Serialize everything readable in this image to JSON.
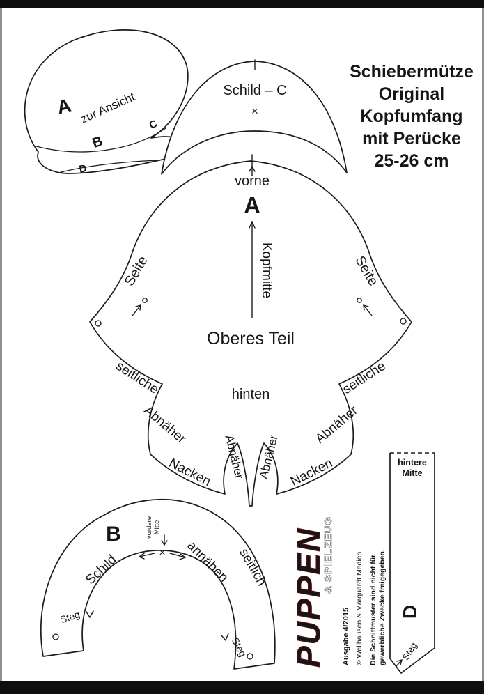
{
  "frame": {
    "bar_color": "#0f0f0f"
  },
  "info": {
    "lines": [
      "Schiebermütze",
      "Original",
      "Kopfumfang",
      "mit Perücke",
      "25-26 cm"
    ]
  },
  "preview": {
    "a": "A",
    "caption": "zur Ansicht",
    "b": "B",
    "c": "C",
    "d": "D"
  },
  "visor": {
    "title": "Schild – C",
    "mark": "×"
  },
  "top_piece": {
    "front": "vorne",
    "letter": "A",
    "center_line": "Kopfmitte",
    "name": "Oberes Teil",
    "side": "Seite",
    "side_dart_word1": "seitliche",
    "side_dart_word2": "Abnäher",
    "neck": "Nacken",
    "back": "hinten",
    "dart": "Abnäher"
  },
  "band": {
    "letter": "B",
    "front_center_line1": "vordere",
    "front_center_line2": "Mitte",
    "mark": "×",
    "shield": "Schild",
    "sew": "annähen",
    "side": "seitlich",
    "steg": "Steg"
  },
  "strip": {
    "top_line1": "hintere",
    "top_line2": "Mitte",
    "letter": "D",
    "steg": "Steg"
  },
  "publisher": {
    "logo": "PUPPEN",
    "logo_sub": "& SPIELZEUG",
    "logo_color": "#c4161c",
    "issue": "Ausgabe 4/2015",
    "copyright": "© Wellhausen & Marquardt Medien",
    "notice_line1": "Die Schnittmuster sind nicht für",
    "notice_line2": "gewerbliche Zwecke freigegeben."
  }
}
